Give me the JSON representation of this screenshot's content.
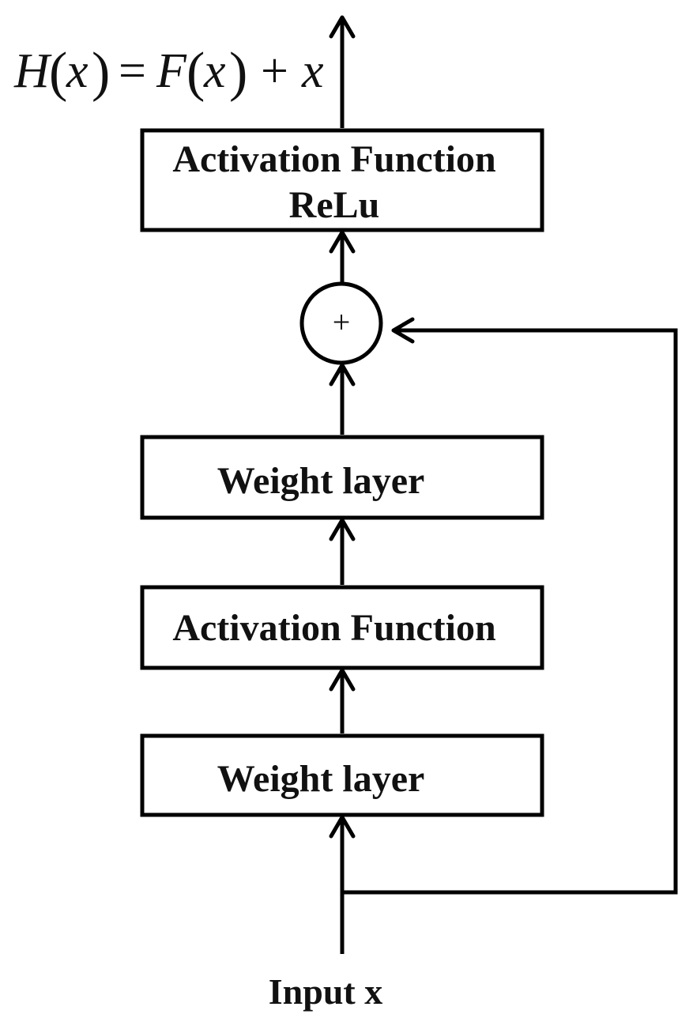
{
  "diagram": {
    "formula": {
      "lhs_fn": "H",
      "arg": "x",
      "rhs_fn": "F",
      "operator_eq": "=",
      "operator_plus": "+"
    },
    "blocks": {
      "activation_relu_line1": "Activation Function",
      "activation_relu_line2": "ReLu",
      "weight_layer_top": "Weight layer",
      "activation_middle": "Activation Function",
      "weight_layer_bottom": "Weight layer"
    },
    "sum_node_label": "+",
    "input_label": "Input x"
  },
  "colors": {
    "stroke": "#000000",
    "text": "#111111",
    "background": "#ffffff"
  }
}
